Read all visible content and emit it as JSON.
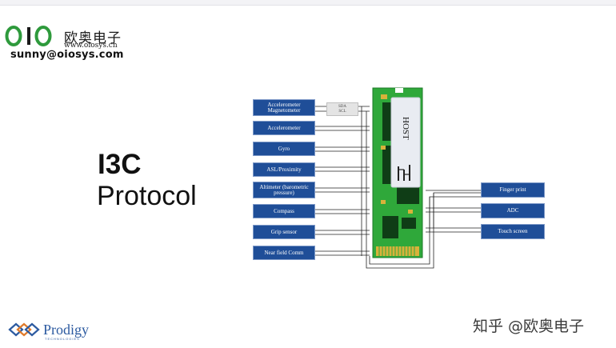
{
  "logo": {
    "mark_text": "OIO",
    "company_cn": "欧奥电子",
    "url": "www.oiosys.cn",
    "email": "sunny@oiosys.com"
  },
  "title": {
    "line1": "I3C",
    "line2": "Protocol"
  },
  "diagram": {
    "sensors": [
      "Accelerometer Magnetometer",
      "Accelerometer",
      "Gyro",
      "ASL/Proximity",
      "Altimeter (barometric pressure)",
      "Compass",
      "Grip sensor",
      "Near field Comm"
    ],
    "bus_box": {
      "line1": "SDA",
      "line2": "SCL"
    },
    "host_label": "HOST",
    "peripherals": [
      "Finger print",
      "ADC",
      "Touch screen"
    ],
    "colors": {
      "box_fill": "#1f4e98",
      "board_green": "#2fa83a",
      "gold_contacts": "#d8b23a",
      "host_panel": "#e9ecf2"
    }
  },
  "watermark": "知乎 @欧奥电子",
  "prodigy": {
    "name": "Prodigy",
    "subtitle": "TECHNOLOGIES"
  }
}
